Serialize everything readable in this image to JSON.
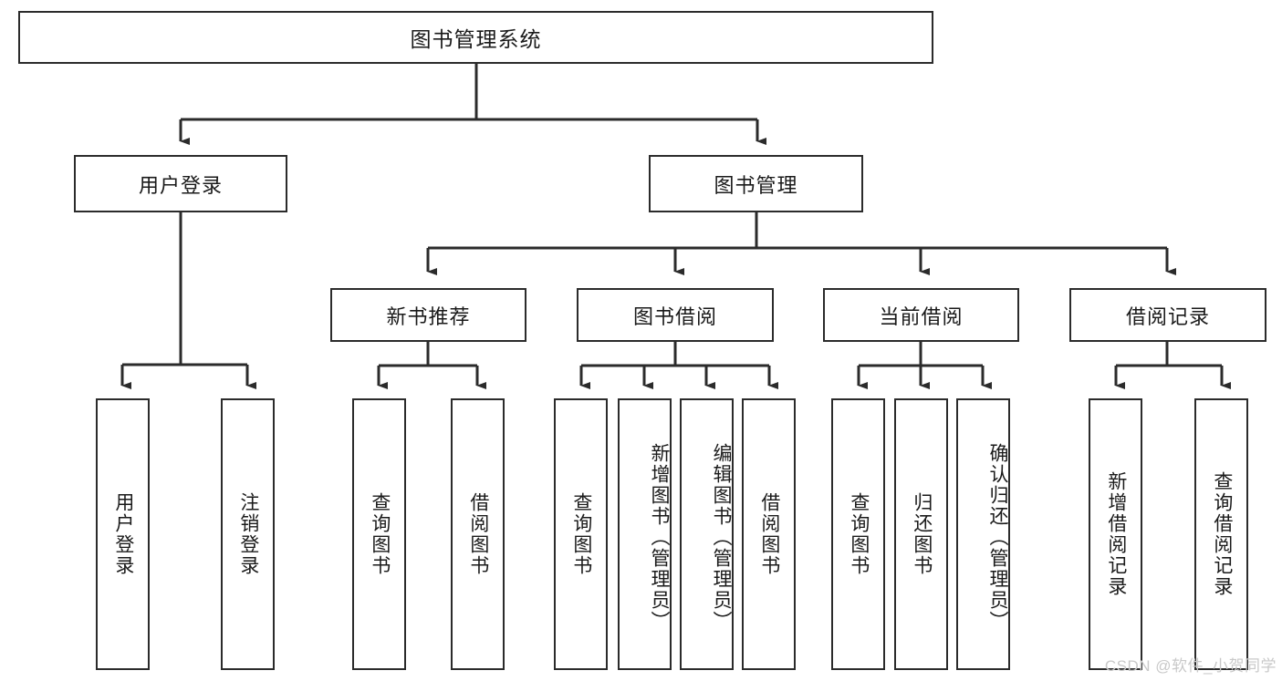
{
  "diagram": {
    "type": "tree-hierarchy",
    "root": {
      "id": "root",
      "label": "图书管理系统"
    },
    "level2": [
      {
        "id": "user-login",
        "label": "用户登录"
      },
      {
        "id": "book-manage",
        "label": "图书管理"
      }
    ],
    "level3": [
      {
        "id": "new-book-rec",
        "label": "新书推荐",
        "parent": "book-manage"
      },
      {
        "id": "book-borrow",
        "label": "图书借阅",
        "parent": "book-manage"
      },
      {
        "id": "current-borrow",
        "label": "当前借阅",
        "parent": "book-manage"
      },
      {
        "id": "borrow-record",
        "label": "借阅记录",
        "parent": "book-manage"
      }
    ],
    "leaves": [
      {
        "id": "leaf-user-login",
        "label": "用户登录",
        "parent": "user-login"
      },
      {
        "id": "leaf-logout-login",
        "label": "注销登录",
        "parent": "user-login"
      },
      {
        "id": "leaf-query-book-1",
        "label": "查询图书",
        "parent": "new-book-rec"
      },
      {
        "id": "leaf-borrow-book-1",
        "label": "借阅图书",
        "parent": "new-book-rec"
      },
      {
        "id": "leaf-query-book-2",
        "label": "查询图书",
        "parent": "book-borrow"
      },
      {
        "id": "leaf-add-book",
        "label": "新增图书（管理员）",
        "parent": "book-borrow"
      },
      {
        "id": "leaf-edit-book",
        "label": "编辑图书（管理员）",
        "parent": "book-borrow"
      },
      {
        "id": "leaf-borrow-book-2",
        "label": "借阅图书",
        "parent": "book-borrow"
      },
      {
        "id": "leaf-query-book-3",
        "label": "查询图书",
        "parent": "current-borrow"
      },
      {
        "id": "leaf-return-book",
        "label": "归还图书",
        "parent": "current-borrow"
      },
      {
        "id": "leaf-confirm-return",
        "label": "确认归还（管理员）",
        "parent": "current-borrow"
      },
      {
        "id": "leaf-add-record",
        "label": "新增借阅记录",
        "parent": "borrow-record"
      },
      {
        "id": "leaf-query-record",
        "label": "查询借阅记录",
        "parent": "borrow-record"
      }
    ]
  },
  "watermark": {
    "text": "CSDN @软件_小贺同学"
  },
  "colors": {
    "stroke": "#2b2b2b",
    "text": "#1a1a1a",
    "background": "#ffffff",
    "watermark": "#c9c9c9"
  }
}
